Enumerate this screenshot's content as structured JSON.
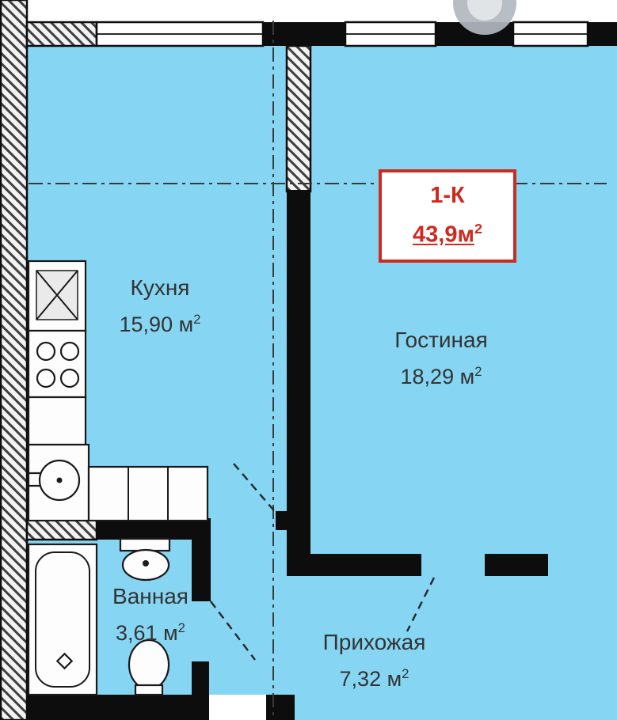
{
  "colors": {
    "floor": "#86d6f3",
    "wall": "#0d0d0d",
    "accent_red": "#cf2a1f"
  },
  "info_box": {
    "type": "1-К",
    "area_value": "43,9м",
    "area_sup": "2"
  },
  "rooms": {
    "kitchen": {
      "name": "Кухня",
      "area_value": "15,90 м",
      "area_sup": "2"
    },
    "living": {
      "name": "Гостиная",
      "area_value": "18,29 м",
      "area_sup": "2"
    },
    "bathroom": {
      "name": "Ванная",
      "area_value": "3,61 м",
      "area_sup": "2"
    },
    "hallway": {
      "name": "Прихожая",
      "area_value": "7,32 м",
      "area_sup": "2"
    }
  }
}
